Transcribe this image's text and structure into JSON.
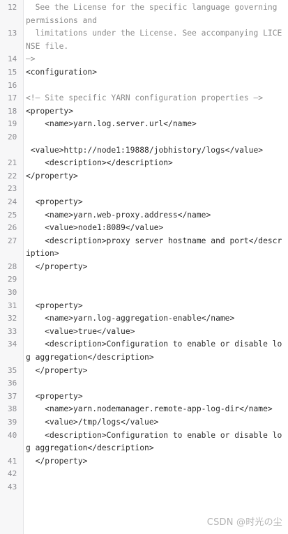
{
  "code": {
    "lines": [
      {
        "n": "12",
        "text": "  See the License for the specific language governing permissions and",
        "kind": "comment"
      },
      {
        "n": "13",
        "text": "  limitations under the License. See accompanying LICENSE file.",
        "kind": "comment"
      },
      {
        "n": "14",
        "text": "—>",
        "kind": "comment"
      },
      {
        "n": "15",
        "text": "<configuration>",
        "kind": "code"
      },
      {
        "n": "16",
        "text": "",
        "kind": "code"
      },
      {
        "n": "17",
        "text": "<!— Site specific YARN configuration properties —>",
        "kind": "comment"
      },
      {
        "n": "18",
        "text": "<property>",
        "kind": "code"
      },
      {
        "n": "19",
        "text": "    <name>yarn.log.server.url</name>",
        "kind": "code"
      },
      {
        "n": "20",
        "text": "\n <value>http://node1:19888/jobhistory/logs</value>",
        "kind": "code"
      },
      {
        "n": "21",
        "text": "    <description></description>",
        "kind": "code"
      },
      {
        "n": "22",
        "text": "</property>",
        "kind": "code"
      },
      {
        "n": "23",
        "text": "",
        "kind": "code"
      },
      {
        "n": "24",
        "text": "  <property>",
        "kind": "code"
      },
      {
        "n": "25",
        "text": "    <name>yarn.web-proxy.address</name>",
        "kind": "code"
      },
      {
        "n": "26",
        "text": "    <value>node1:8089</value>",
        "kind": "code"
      },
      {
        "n": "27",
        "text": "    <description>proxy server hostname and port</description>",
        "kind": "code"
      },
      {
        "n": "28",
        "text": "  </property>",
        "kind": "code"
      },
      {
        "n": "29",
        "text": "",
        "kind": "code"
      },
      {
        "n": "30",
        "text": "",
        "kind": "code"
      },
      {
        "n": "31",
        "text": "  <property>",
        "kind": "code"
      },
      {
        "n": "32",
        "text": "    <name>yarn.log-aggregation-enable</name>",
        "kind": "code"
      },
      {
        "n": "33",
        "text": "    <value>true</value>",
        "kind": "code"
      },
      {
        "n": "34",
        "text": "    <description>Configuration to enable or disable log aggregation</description>",
        "kind": "code"
      },
      {
        "n": "35",
        "text": "  </property>",
        "kind": "code"
      },
      {
        "n": "36",
        "text": "",
        "kind": "code"
      },
      {
        "n": "37",
        "text": "  <property>",
        "kind": "code"
      },
      {
        "n": "38",
        "text": "    <name>yarn.nodemanager.remote-app-log-dir</name>",
        "kind": "code"
      },
      {
        "n": "39",
        "text": "    <value>/tmp/logs</value>",
        "kind": "code"
      },
      {
        "n": "40",
        "text": "    <description>Configuration to enable or disable log aggregation</description>",
        "kind": "code"
      },
      {
        "n": "41",
        "text": "  </property>",
        "kind": "code"
      },
      {
        "n": "42",
        "text": "",
        "kind": "code"
      },
      {
        "n": "43",
        "text": "",
        "kind": "code"
      }
    ]
  },
  "watermark": "CSDN @时光の尘",
  "colors": {
    "gutter_bg": "#f7f7f8",
    "line_number": "#8b8b90",
    "code_text": "#2b2b2b",
    "comment_text": "#8a8a8a",
    "watermark": "#b2b2b2"
  }
}
